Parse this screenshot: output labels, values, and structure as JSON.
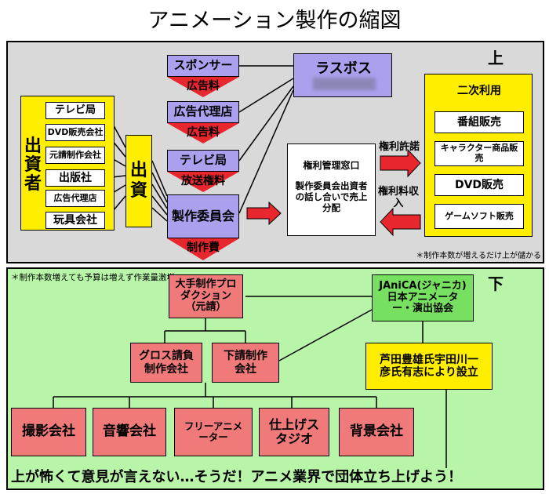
{
  "title": "アニメーション製作の縮図",
  "top": {
    "corner_label": "上",
    "investors_label": "出資者",
    "investor_items": [
      "テレビ局",
      "DVD販売会社",
      "元請制作会社",
      "出版社",
      "広告代理店",
      "玩具会社"
    ],
    "funding_label": "出資",
    "chain": [
      "スポンサー",
      "広告代理店",
      "テレビ局",
      "製作委員会"
    ],
    "chain_money": [
      "広告料",
      "広告料",
      "放送権料",
      "制作費"
    ],
    "boss_label": "ラスボス",
    "rights_box_title": "権利管理窓口",
    "rights_box_body": "製作委員会出資者の話し合いで売上分配",
    "license_label": "権利許諾",
    "royalty_label": "権利料収入",
    "secondary_title": "二次利用",
    "secondary_items": [
      "番組販売",
      "キャラクター商品販売",
      "DVD販売",
      "ゲームソフト販売"
    ],
    "footnote": "＊制作本数が増えるだけ上が儲かる"
  },
  "bottom": {
    "corner_label": "下",
    "note": "＊制作本数増えても予算は増えず作業量激増",
    "prime": "大手制作プロダクション（元請）",
    "janica": "JAniCA(ジャニカ)日本アニメーター・演出協会",
    "founders": "芦田豊雄氏宇田川一彦氏有志により設立",
    "gross": "グロス請負制作会社",
    "sub": "下請制作会社",
    "leaves": [
      "撮影会社",
      "音響会社",
      "フリーアニメーター",
      "仕上げスタジオ",
      "背景会社"
    ],
    "slogan": "上が怖くて意見が言えない…そうだ！アニメ業界で団体立ち上げよう！"
  }
}
